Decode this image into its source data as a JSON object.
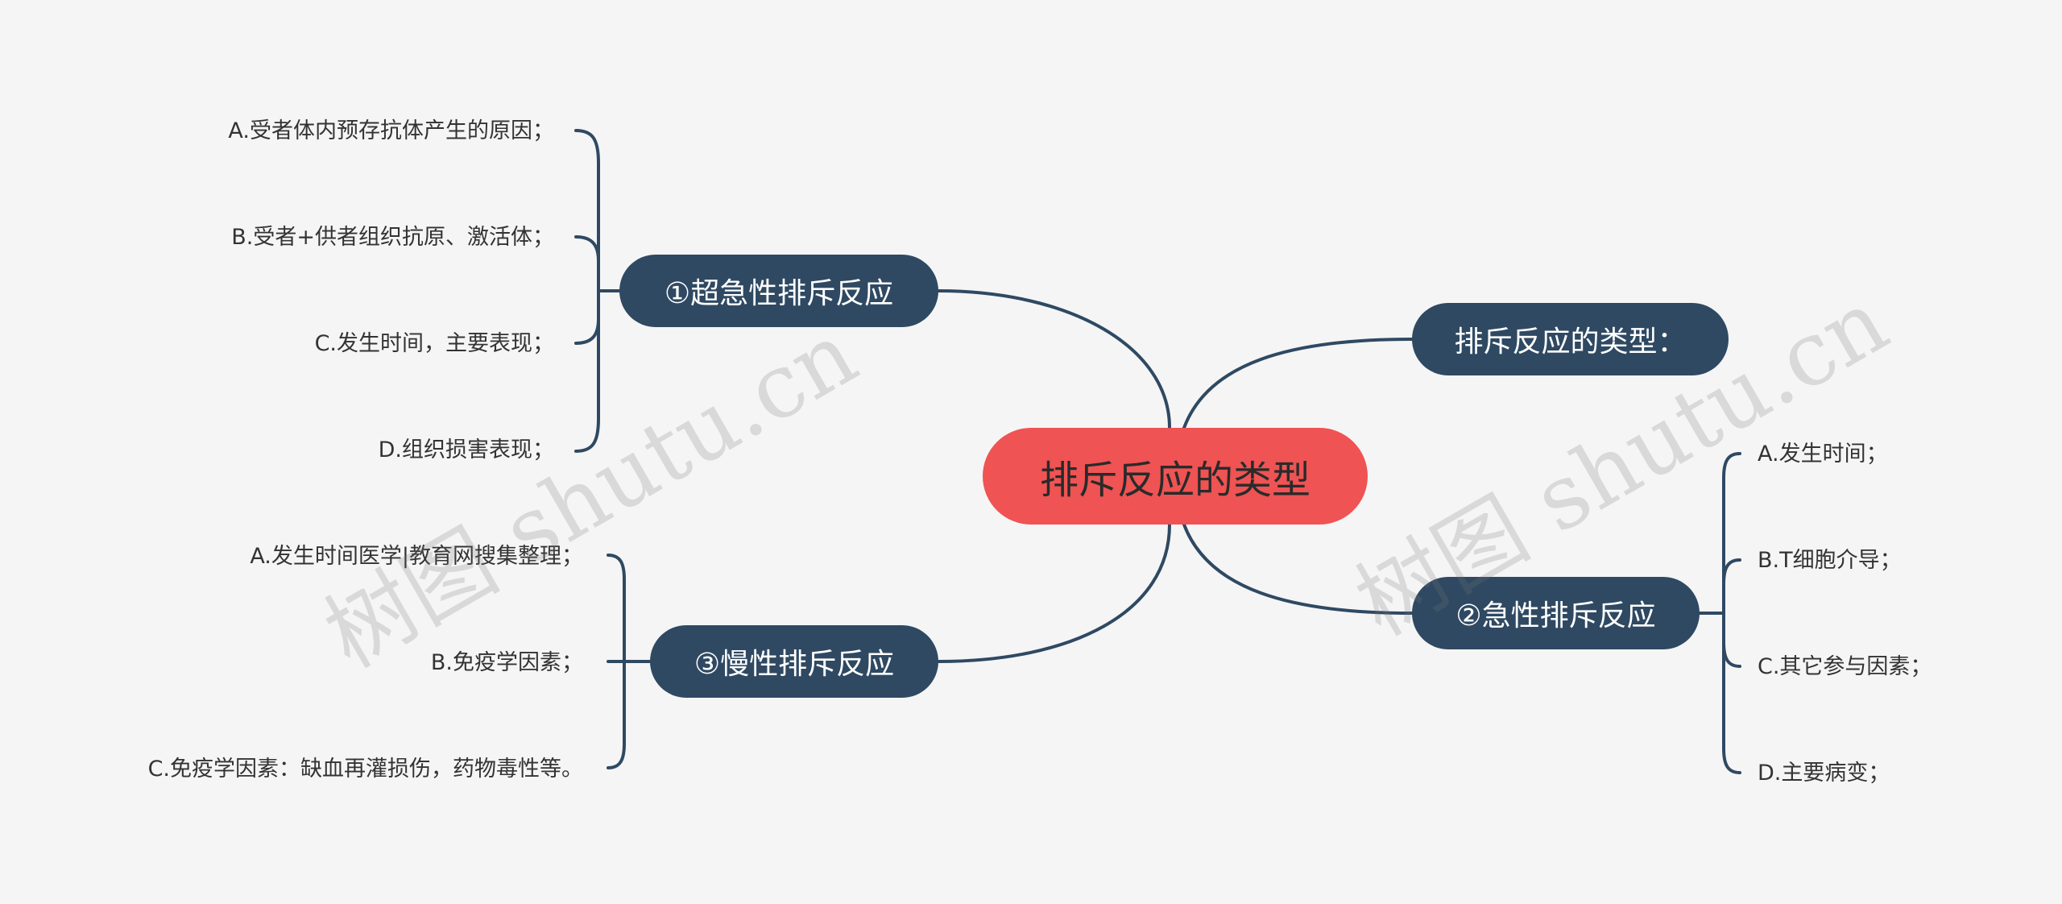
{
  "center": {
    "label": "排斥反应的类型"
  },
  "branches": {
    "b1": {
      "label": "①超急性排斥反应",
      "items": [
        "A.受者体内预存抗体产生的原因；",
        "B.受者+供者组织抗原、激活体；",
        "C.发生时间，主要表现；",
        "D.组织损害表现；"
      ]
    },
    "b3": {
      "label": "③慢性排斥反应",
      "items": [
        "A.发生时间医学|教育网搜集整理；",
        "B.免疫学因素；",
        "C.免疫学因素：缺血再灌损伤，药物毒性等。"
      ]
    },
    "b4": {
      "label": "排斥反应的类型："
    },
    "b2": {
      "label": "②急性排斥反应",
      "items": [
        "A.发生时间；",
        "B.T细胞介导；",
        "C.其它参与因素；",
        "D.主要病变；"
      ]
    }
  },
  "watermark": {
    "text": "树图 shutu.cn"
  },
  "colors": {
    "background": "#f5f5f6",
    "center": "#ef5353",
    "branch": "#2f4962",
    "line": "#2f4962"
  }
}
